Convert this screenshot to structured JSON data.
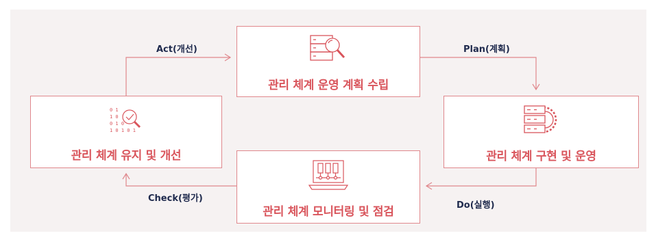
{
  "boxes": {
    "plan": {
      "label": "관리 체계 운영 계획 수립",
      "icon": "server-search-icon"
    },
    "do": {
      "label": "관리 체계 구현 및 운영",
      "icon": "server-gear-icon"
    },
    "check": {
      "label": "관리 체계 모니터링 및 점검",
      "icon": "laptop-monitoring-icon"
    },
    "act": {
      "label": "관리 체계 유지 및 개선",
      "icon": "binary-magnifier-check-icon"
    }
  },
  "cycle": {
    "act": "Act(개선)",
    "plan": "Plan(계획)",
    "do": "Do(실행)",
    "check": "Check(평가)"
  },
  "colors": {
    "background": "#f6f2f2",
    "accent": "#d9555c",
    "border": "#e0878c",
    "label_text": "#1f2a4d"
  }
}
